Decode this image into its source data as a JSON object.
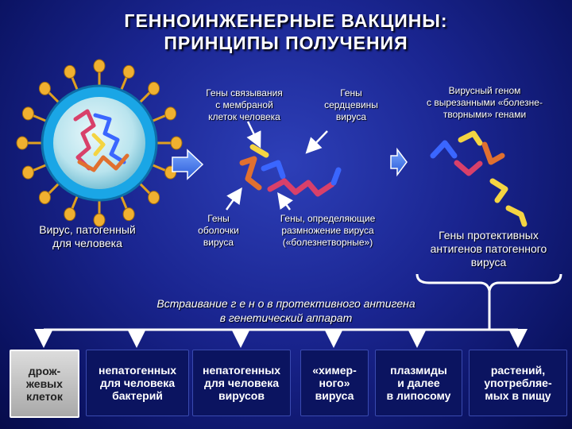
{
  "title": {
    "line1": "ГЕННОИНЖЕНЕРНЫЕ ВАКЦИНЫ:",
    "line2": "ПРИНЦИПЫ ПОЛУЧЕНИЯ"
  },
  "virus_label": {
    "line1": "Вирус, патогенный",
    "line2": "для человека"
  },
  "genes_binding": {
    "line1": "Гены связывания",
    "line2": "с мембраной",
    "line3": "клеток человека"
  },
  "genes_core": {
    "line1": "Гены",
    "line2": "сердцевины",
    "line3": "вируса"
  },
  "viral_genome": {
    "line1": "Вирусный геном",
    "line2": "с вырезанными «болезне-",
    "line3": "творными» генами"
  },
  "genes_envelope": {
    "line1": "Гены",
    "line2": "оболочки",
    "line3": "вируса"
  },
  "genes_replication": {
    "line1": "Гены, определяющие",
    "line2": "размножение вируса",
    "line3": "(«болезнетворные»)"
  },
  "genes_protective": {
    "line1": "Гены протективных",
    "line2": "антигенов патогенного",
    "line3": "вируса"
  },
  "insertion": {
    "line1": "Встраивание  г е н о в  протективного антигена",
    "line2": "в генетический аппарат"
  },
  "targets": [
    {
      "line1": "дрож-",
      "line2": "жевых",
      "line3": "клеток"
    },
    {
      "line1": "непатогенных",
      "line2": "для человека",
      "line3": "бактерий"
    },
    {
      "line1": "непатогенных",
      "line2": "для человека",
      "line3": "вирусов"
    },
    {
      "line1": "«химер-",
      "line2": "ного»",
      "line3": "вируса"
    },
    {
      "line1": "плазмиды",
      "line2": "и далее",
      "line3": "в  липосому"
    },
    {
      "line1": "растений,",
      "line2": "употребляе-",
      "line3": "мых в пищу"
    }
  ],
  "colors": {
    "background": "#1a2590",
    "virion_core": "#b9e4ee",
    "virion_ring": "#1aa6e6",
    "spike": "#e0a020",
    "arrow": "#3b7de8",
    "gene_yellow": "#f4d442",
    "gene_red": "#d8406a",
    "gene_blue": "#3a66ff",
    "first_target_box": "#c0c0c0"
  }
}
